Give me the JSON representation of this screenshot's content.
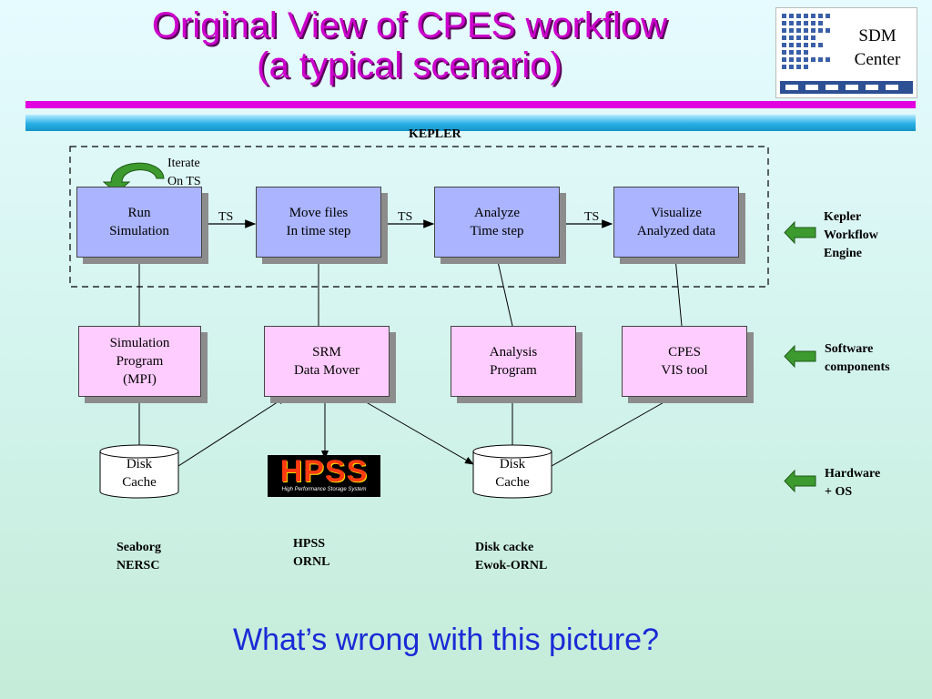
{
  "title": {
    "line1": "Original View of CPES workflow",
    "line2": "(a typical scenario)"
  },
  "logo": {
    "text_line1": "SDM",
    "text_line2": "Center"
  },
  "diagram": {
    "container_label": "KEPLER",
    "iterate_label": "Iterate\nOn TS",
    "workflow_steps": [
      "Run\nSimulation",
      "Move files\nIn time step",
      "Analyze\nTime step",
      "Visualize\nAnalyzed data"
    ],
    "edge_label": "TS",
    "components": [
      "Simulation\nProgram\n(MPI)",
      "SRM\nData Mover",
      "Analysis\nProgram",
      "CPES\nVIS tool"
    ],
    "disks": [
      "Disk\nCache",
      "Disk\nCache"
    ],
    "hpss_logo": {
      "text": "HPSS",
      "subtitle": "High Performance Storage System"
    },
    "site_labels": [
      "Seaborg\nNERSC",
      "HPSS\nORNL",
      "Disk cacke\nEwok-ORNL"
    ],
    "layer_labels": [
      "Kepler\nWorkflow\nEngine",
      "Software\ncomponents",
      "Hardware\n+ OS"
    ],
    "colors": {
      "workflow_box": "#aab4ff",
      "component_box": "#ffccff",
      "layer_arrow": "#3c9a2e",
      "iterate_arrow": "#3c9a2e"
    }
  },
  "question": "What’s wrong with this picture?"
}
